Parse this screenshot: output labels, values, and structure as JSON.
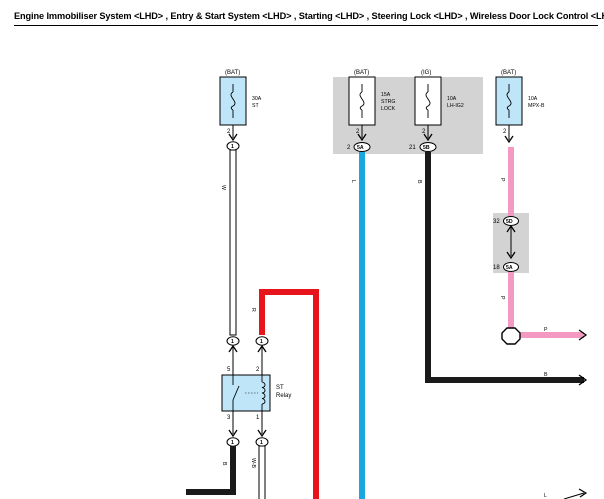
{
  "title": "Engine Immobiliser System <LHD> , Entry & Start System <LHD> , Starting <LHD> , Steering Lock <LHD> , Wireless Door Lock Control <LHD>",
  "colors": {
    "fuse_fill": "#bfe6f8",
    "junction_box": "#d3d3d3",
    "wire_white": "#ffffff",
    "wire_red": "#e8141b",
    "wire_blue": "#1aa7df",
    "wire_black": "#1a1a1a",
    "wire_pink": "#f49ac2"
  },
  "fuses": {
    "st": {
      "source": "(BAT)",
      "amp": "30A",
      "name": "ST",
      "pin": "2"
    },
    "strg_lock": {
      "source": "(BAT)",
      "amp": "15A",
      "name_line1": "STRG",
      "name_line2": "LOCK",
      "pin": "2"
    },
    "lh_ig2": {
      "source": "(IG)",
      "amp": "10A",
      "name": "LH-IG2",
      "pin": "2"
    },
    "mpx_b": {
      "source": "(BAT)",
      "amp": "10A",
      "name": "MPX-B",
      "pin": "2"
    }
  },
  "connectors": {
    "st_fuse_out": {
      "pin": "1"
    },
    "strg_out": {
      "number": "2",
      "code": "5A"
    },
    "lhig2_out": {
      "number": "21",
      "code": "5B"
    },
    "mpx_j1": {
      "number": "32",
      "code": "5D"
    },
    "mpx_j2": {
      "number": "18",
      "code": "5A"
    },
    "relay_in_left": {
      "pin": "1"
    },
    "relay_in_right": {
      "pin": "1"
    },
    "relay_out_left": {
      "pin": "1"
    },
    "relay_out_right": {
      "pin": "1"
    }
  },
  "wire_labels": {
    "st_fuse_wire": "W",
    "red_wire": "R",
    "blue_wire": "L",
    "black_wire": "B",
    "pink_wire_upper": "P",
    "pink_wire_lower": "P",
    "pink_horizontal": "P",
    "black_horizontal": "B",
    "relay_out_left_wire": "B",
    "relay_out_right_wire": "W-B",
    "bottom_right_wire": "L"
  },
  "relay": {
    "name_line1": "ST",
    "name_line2": "Relay",
    "pin_top_left": "5",
    "pin_top_right": "2",
    "pin_bottom_left": "3",
    "pin_bottom_right": "1"
  }
}
